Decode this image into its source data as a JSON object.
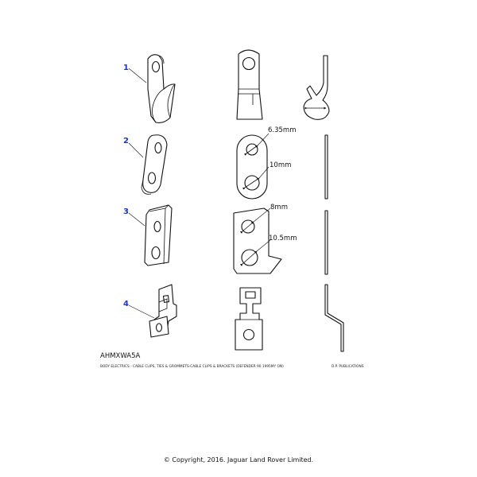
{
  "callouts": [
    "1",
    "2",
    "3",
    "4"
  ],
  "dimensions": {
    "clip2_hole_small": "6.35mm",
    "clip2_hole_large": "10mm",
    "clip3_hole_small": "8mm",
    "clip3_hole_large": "10.5mm"
  },
  "illustration_ref": "AHMXWA5A",
  "caption_left": "BODY ELECTRICS - CABLE CLIPS, TIES & GROMMETS-CABLE CLIPS & BRACKETS (DEFENDER 90 1995MY ON)",
  "caption_right": "D.P. PUBLICATIONS",
  "copyright": "© Copyright, 2016. Jaguar Land Rover Limited.",
  "colors": {
    "callout": "#1a35c9",
    "line": "#111111",
    "background": "#ffffff"
  }
}
